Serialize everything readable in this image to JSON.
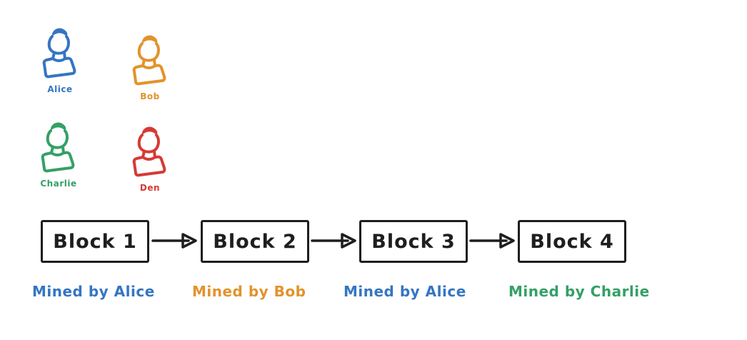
{
  "canvas": {
    "background": "#ffffff",
    "ink": "#1e1e1e"
  },
  "people": [
    {
      "name": "Alice",
      "color": "#3575c2"
    },
    {
      "name": "Bob",
      "color": "#e2932c"
    },
    {
      "name": "Charlie",
      "color": "#34a066"
    },
    {
      "name": "Den",
      "color": "#d63a34"
    }
  ],
  "blocks": [
    {
      "label": "Block 1",
      "miner_label": "Mined by Alice",
      "miner_color": "#3575c2"
    },
    {
      "label": "Block 2",
      "miner_label": "Mined by Bob",
      "miner_color": "#e2932c"
    },
    {
      "label": "Block 3",
      "miner_label": "Mined by Alice",
      "miner_color": "#3575c2"
    },
    {
      "label": "Block 4",
      "miner_label": "Mined by Charlie",
      "miner_color": "#34a066"
    }
  ]
}
